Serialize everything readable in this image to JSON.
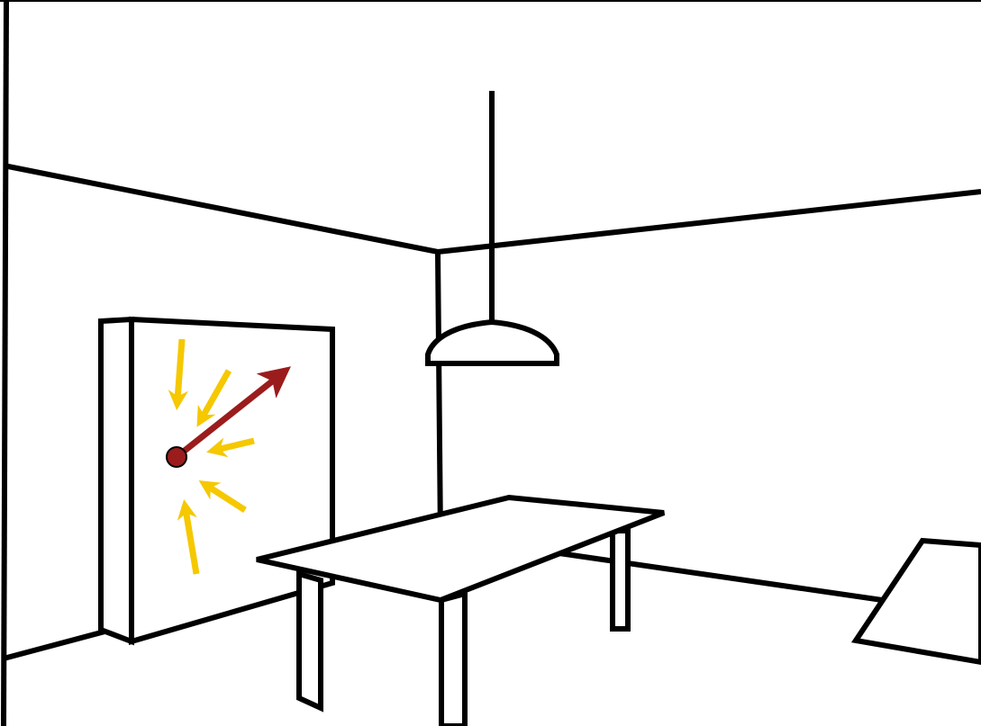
{
  "colors": {
    "line": "#000000",
    "background": "#ffffff",
    "incoming_arrows": "#f5c800",
    "outgoing_arrow": "#9b1c1c",
    "impact_point": "#9b1c1c"
  },
  "scene": {
    "description_items": [
      "room-corner",
      "pendant-lamp",
      "wall-panel",
      "table",
      "floor-rug"
    ],
    "incoming_arrow_count": 5,
    "outgoing_arrow_count": 1
  }
}
